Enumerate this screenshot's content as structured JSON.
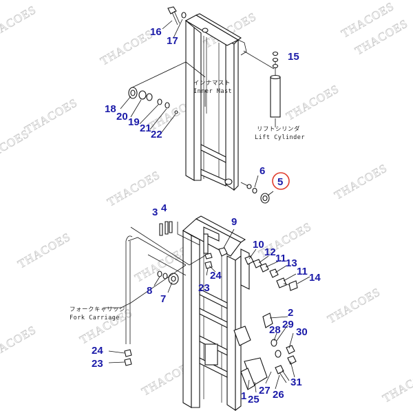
{
  "labels": {
    "inner_mast_jp": "インナマスト",
    "inner_mast_en": "Inner Mast",
    "lift_cyl_jp": "リフトシリンダ",
    "lift_cyl_en": "Lift Cylinder",
    "fork_carriage_jp": "フォークキャリッジ",
    "fork_carriage_en": "Fork Carriage"
  },
  "watermark": "THACOES",
  "highlight_color": "#e03a2a",
  "callout_color": "#1a1aa8",
  "callouts": {
    "c1": "1",
    "c2": "2",
    "c3": "3",
    "c4": "4",
    "c5": "5",
    "c6": "6",
    "c7": "7",
    "c8": "8",
    "c9": "9",
    "c10": "10",
    "c11a": "11",
    "c11b": "11",
    "c12": "12",
    "c13": "13",
    "c14": "14",
    "c15": "15",
    "c16": "16",
    "c17": "17",
    "c18": "18",
    "c19": "19",
    "c20": "20",
    "c21": "21",
    "c22": "22",
    "c23a": "23",
    "c23b": "23",
    "c24a": "24",
    "c24b": "24",
    "c25": "25",
    "c26": "26",
    "c27": "27",
    "c28": "28",
    "c29": "29",
    "c30": "30",
    "c31": "31"
  }
}
